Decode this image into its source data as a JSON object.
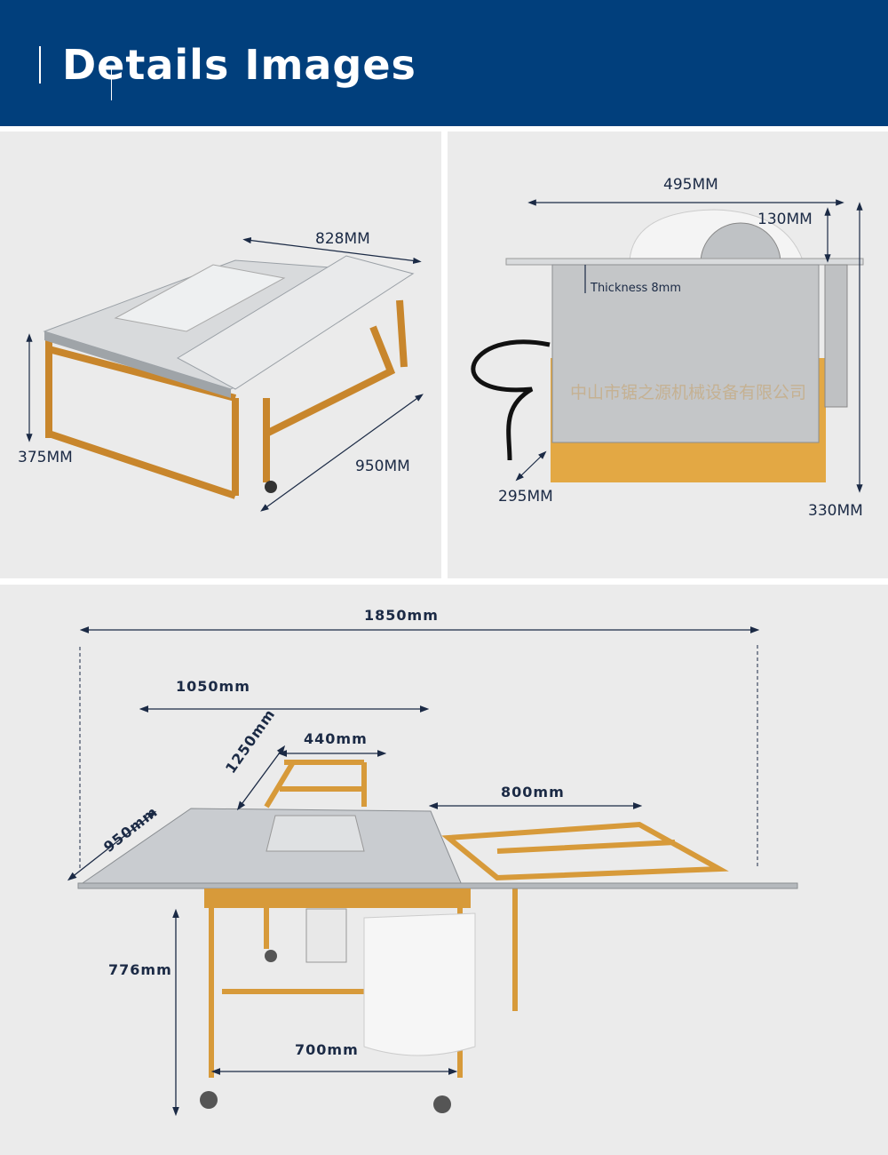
{
  "header": {
    "title": "Details Images",
    "background": "#013f7c"
  },
  "panel_top_left": {
    "labels": {
      "width": "828MM",
      "height": "375MM",
      "depth": "950MM"
    }
  },
  "panel_top_right": {
    "labels": {
      "width": "495MM",
      "blade": "130MM",
      "thickness": "Thickness 8mm",
      "depth": "295MM",
      "height": "330MM"
    },
    "plate_text": "中山市锯之源机械设备有限公司"
  },
  "panel_bottom": {
    "labels": {
      "total": "1850mm",
      "table": "1050mm",
      "rear": "440mm",
      "diag": "1250mm",
      "front": "950mm",
      "extension": "800mm",
      "height": "776mm",
      "leg_span": "700mm"
    }
  },
  "colors": {
    "frame": "#d79a3a",
    "steel": "#c9ccd0",
    "dimension": "#1b2a45"
  }
}
